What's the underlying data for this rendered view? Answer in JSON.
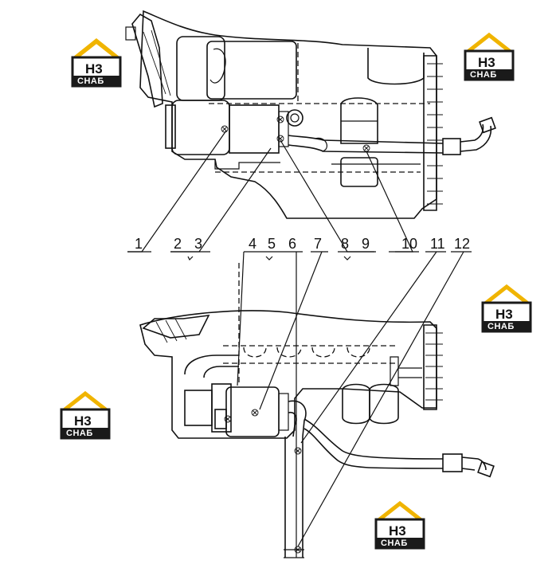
{
  "callouts": {
    "c1": "1",
    "c2": "2",
    "c3": "3",
    "c4": "4",
    "c5": "5",
    "c6": "6",
    "c7": "7",
    "c8": "8",
    "c9": "9",
    "c10": "10",
    "c11": "11",
    "c12": "12"
  },
  "watermark": {
    "top_text": "H3",
    "bottom_text": "СНАБ",
    "accent_color": "#f0b400",
    "dark_color": "#1a1a1a"
  }
}
